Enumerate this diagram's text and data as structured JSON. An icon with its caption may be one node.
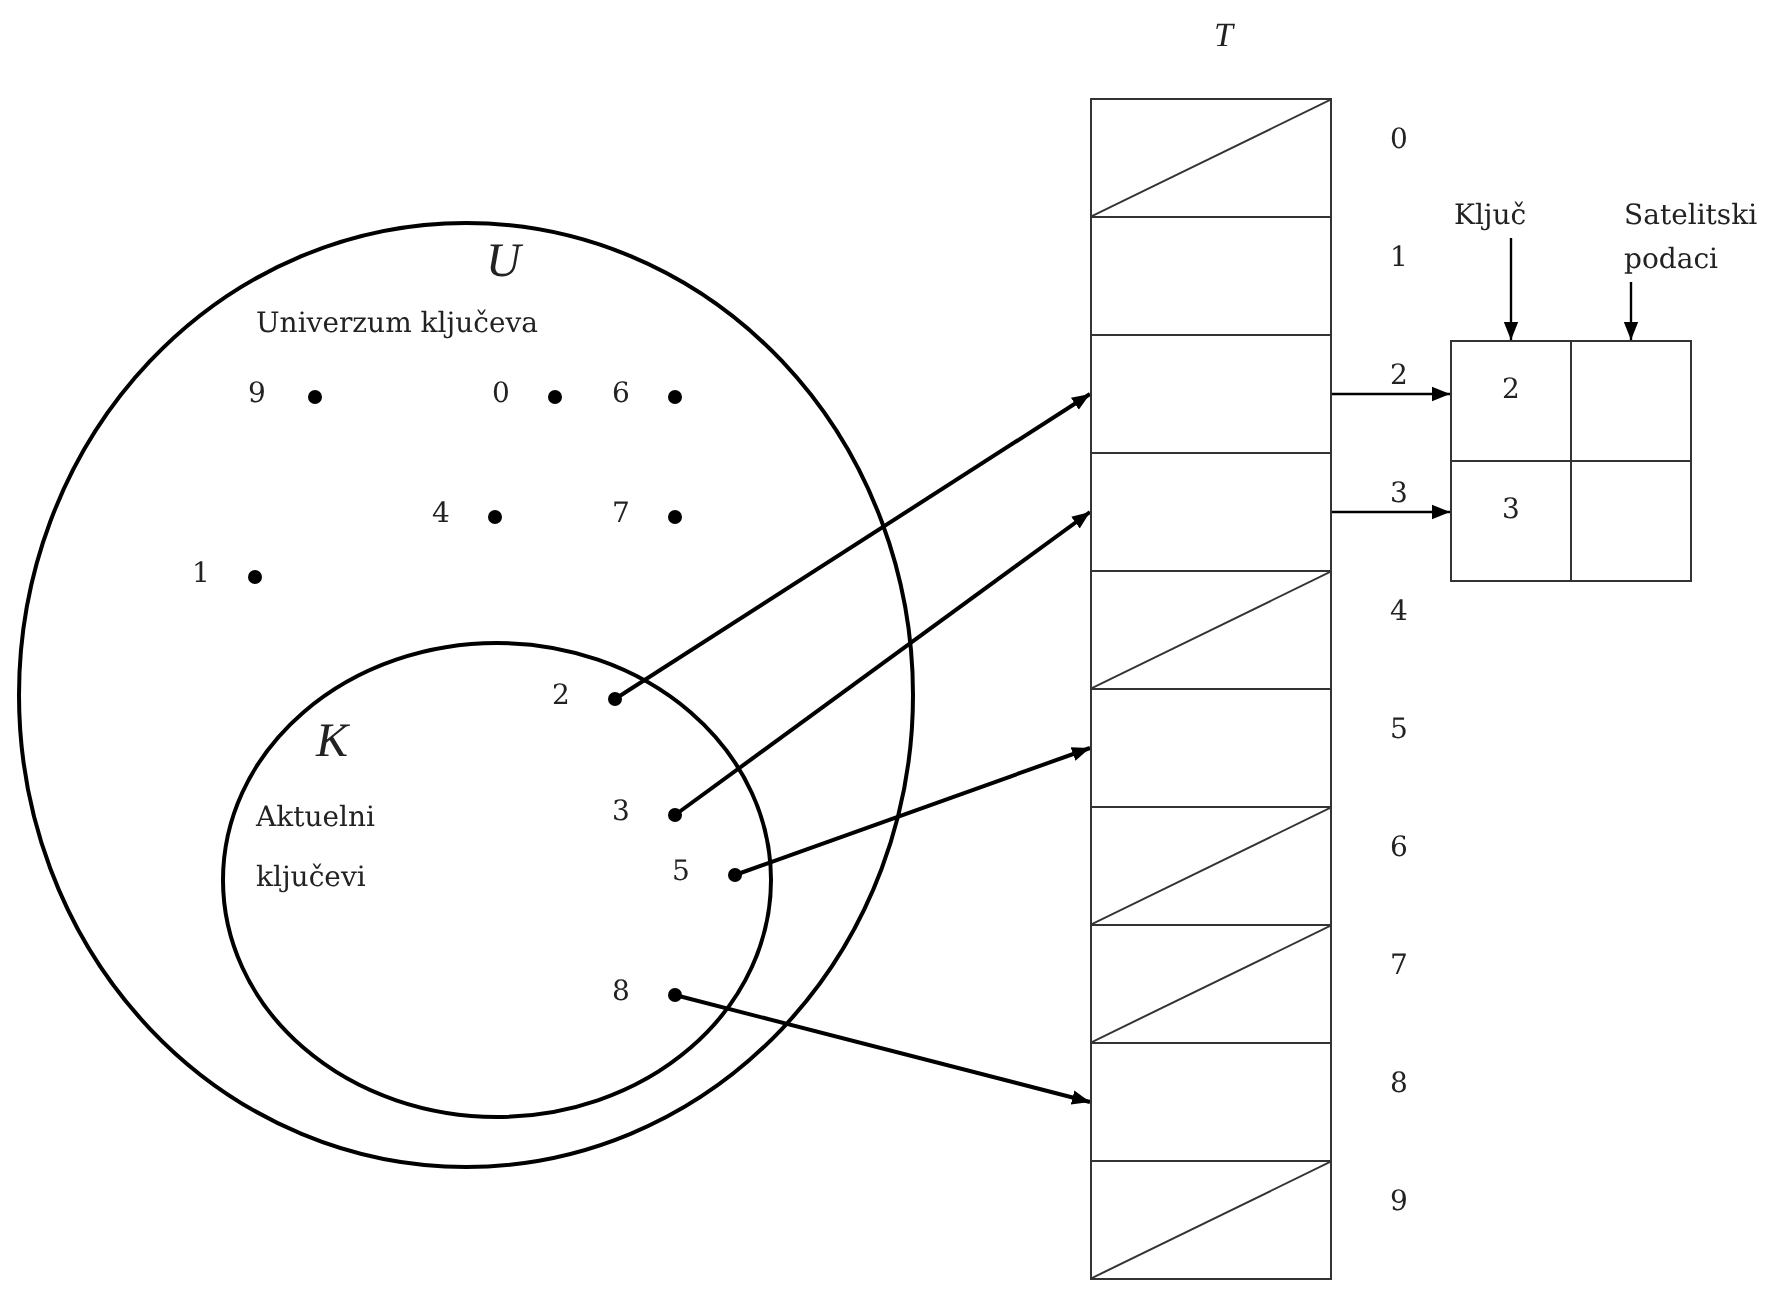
{
  "diagram": {
    "nodes": [
      {
        "text": [
          "U",
          "Univerzum ključeva"
        ]
      },
      {
        "text": [
          "K",
          "Aktuelni ključevi"
        ],
        "in": 0
      },
      {
        "text": [
          "9"
        ],
        "in": 0
      },
      {
        "text": [
          "0"
        ],
        "in": 0
      },
      {
        "text": [
          "6"
        ],
        "in": 0
      },
      {
        "text": [
          "4"
        ],
        "in": 0
      },
      {
        "text": [
          "7"
        ],
        "in": 0
      },
      {
        "text": [
          "1"
        ],
        "in": 0
      },
      {
        "text": [
          "2"
        ],
        "in": 1
      },
      {
        "text": [
          "3"
        ],
        "in": 1
      },
      {
        "text": [
          "5"
        ],
        "in": 1
      },
      {
        "text": [
          "8"
        ],
        "in": 1
      },
      {
        "text": [
          "T"
        ]
      },
      {
        "text": [],
        "shape": "crossed-box",
        "in": 12,
        "beside": [
          "0"
        ]
      },
      {
        "text": [],
        "shape": "box",
        "in": 12,
        "beside": [
          "1"
        ]
      },
      {
        "text": [],
        "shape": "box",
        "in": 12,
        "beside": [
          "2"
        ]
      },
      {
        "text": [],
        "shape": "box",
        "in": 12,
        "beside": [
          "3"
        ]
      },
      {
        "text": [],
        "shape": "crossed-box",
        "in": 12,
        "beside": [
          "4"
        ]
      },
      {
        "text": [],
        "shape": "box",
        "in": 12,
        "beside": [
          "5"
        ]
      },
      {
        "text": [],
        "shape": "crossed-box",
        "in": 12,
        "beside": [
          "6"
        ]
      },
      {
        "text": [],
        "shape": "crossed-box",
        "in": 12,
        "beside": [
          "7"
        ]
      },
      {
        "text": [],
        "shape": "box",
        "in": 12,
        "beside": [
          "8"
        ]
      },
      {
        "text": [],
        "shape": "crossed-box",
        "in": 12,
        "beside": [
          "9"
        ]
      },
      {
        "text": [
          "Ključ"
        ]
      },
      {
        "text": [
          "Satelitski podaci"
        ]
      },
      {
        "text": [
          "2"
        ]
      },
      {
        "text": [],
        "shape": "box"
      },
      {
        "text": [
          "3"
        ]
      },
      {
        "text": [],
        "shape": "box"
      }
    ],
    "edges": [
      {
        "from": 8,
        "to": 15,
        "arrow": "to"
      },
      {
        "from": 9,
        "to": 16,
        "arrow": "to"
      },
      {
        "from": 10,
        "to": 18,
        "arrow": "to"
      },
      {
        "from": 11,
        "to": 21,
        "arrow": "to"
      },
      {
        "from": 15,
        "to": 25,
        "arrow": "to"
      },
      {
        "from": 16,
        "to": 27,
        "arrow": "to"
      },
      {
        "from": 23,
        "to": 25,
        "arrow": "to"
      },
      {
        "from": 24,
        "to": 26,
        "arrow": "to"
      }
    ]
  }
}
